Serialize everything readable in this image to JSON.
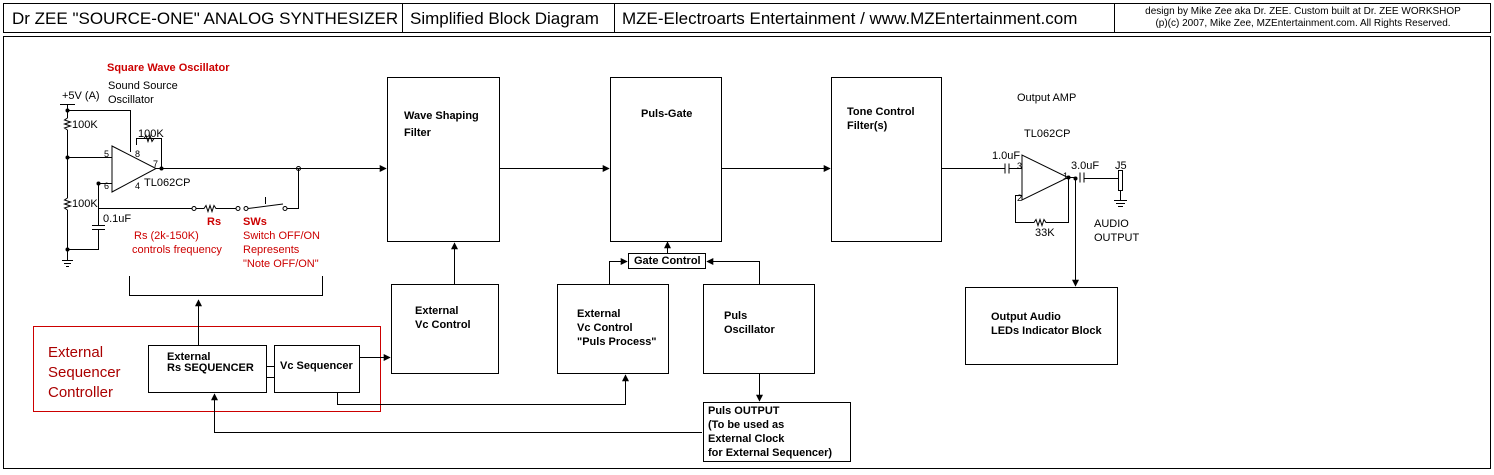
{
  "header": {
    "title": "Dr ZEE \"SOURCE-ONE\" ANALOG SYNTHESIZER",
    "subtitle": "Simplified Block Diagram",
    "company": "MZE-Electroarts Entertainment / www.MZEntertainment.com",
    "credit_line1": "design by Mike Zee aka Dr. ZEE. Custom built at Dr. ZEE WORKSHOP",
    "credit_line2": "(p)(c) 2007, Mike Zee, MZEntertainment.com. All Rights Reserved."
  },
  "oscillator": {
    "title": "Square Wave Oscillator",
    "desc1": "Sound Source",
    "desc2": "Oscillator",
    "supply": "+5V (A)",
    "r1": "100K",
    "r2": "100K",
    "r_fb": "100K",
    "cap": "0.1uF",
    "ic": "TL062CP",
    "pin8": "8",
    "pin5": "5",
    "pin6": "6",
    "pin7": "7",
    "pin4": "4",
    "rs_label": "Rs",
    "rs_desc1": "Rs (2k-150K)",
    "rs_desc2": "controls frequency",
    "sw_label": "SWs",
    "sw_desc1": "Switch OFF/ON",
    "sw_desc2": "Represents",
    "sw_desc3": "\"Note OFF/ON\""
  },
  "blocks": {
    "wave_shaping_1": "Wave Shaping",
    "wave_shaping_2": "Filter",
    "puls_gate": "Puls-Gate",
    "tone_control_1": "Tone Control",
    "tone_control_2": "Filter(s)",
    "ext_vc_1": "External",
    "ext_vc_2": "Vc Control",
    "ext_vc_puls_1": "External",
    "ext_vc_puls_2": "Vc Control",
    "ext_vc_puls_3": "\"Puls Process\"",
    "puls_osc_1": "Puls",
    "puls_osc_2": "Oscillator",
    "gate_control": "Gate Control",
    "output_leds_1": "Output Audio",
    "output_leds_2": "LEDs Indicator Block",
    "rs_seq_1": "External",
    "rs_seq_2": "Rs SEQUENCER",
    "vc_seq": "Vc Sequencer",
    "puls_out_1": "Puls OUTPUT",
    "puls_out_2": "(To be used as",
    "puls_out_3": "External Clock",
    "puls_out_4": "for External Sequencer)"
  },
  "ext_controller": {
    "line1": "External",
    "line2": "Sequencer",
    "line3": "Controller"
  },
  "output_amp": {
    "title": "Output AMP",
    "ic": "TL062CP",
    "cap_in": "1.0uF",
    "cap_out": "3.0uF",
    "r_fb": "33K",
    "jack": "J5",
    "pin3": "3",
    "pin2": "2",
    "pin1": "1",
    "out1": "AUDIO",
    "out2": "OUTPUT"
  },
  "colors": {
    "line": "#000000",
    "red": "#cc0000",
    "dark_red": "#aa0000"
  }
}
